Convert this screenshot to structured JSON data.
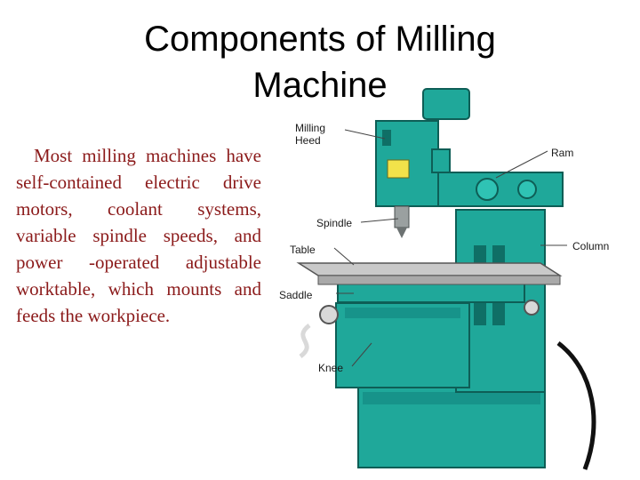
{
  "slide": {
    "title_line1": "Components of Milling",
    "title_line2": "Machine",
    "body": "Most milling machines have self-contained electric drive motors, coolant systems, variable spindle speeds, and power -operated adjustable worktable, which mounts and feeds the workpiece."
  },
  "diagram": {
    "labels": {
      "milling_heed_1": "Milling",
      "milling_heed_2": "Heed",
      "ram": "Ram",
      "spindle": "Spindle",
      "column": "Column",
      "table": "Table",
      "saddle": "Saddle",
      "knee": "Knee"
    },
    "colors": {
      "machine_body": "#1fa89a",
      "machine_dark": "#127a70",
      "table_top": "#c9c9c9",
      "handle": "#d9d9d9",
      "cable": "#111111"
    }
  }
}
